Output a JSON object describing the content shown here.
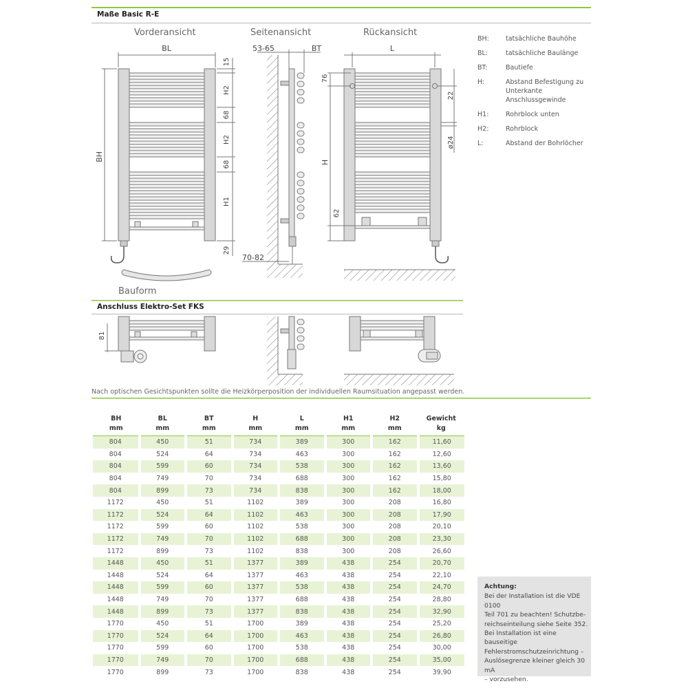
{
  "section1": {
    "title": "Maße Basic R-E"
  },
  "views": {
    "front": "Vorderansicht",
    "side": "Seitenansicht",
    "back": "Rückansicht",
    "shape": "Bauform"
  },
  "dim_labels": {
    "bl": "BL",
    "bh": "BH",
    "d15": "15",
    "h2a": "H2",
    "d68a": "68",
    "h2b": "H2",
    "d68b": "68",
    "h1": "H1",
    "d29": "29",
    "s5365": "53-65",
    "bt": "BT",
    "s7082": "70-82",
    "l": "L",
    "d76": "76",
    "h": "H",
    "d62": "62",
    "d22": "22",
    "d24": "ø24",
    "d81": "81"
  },
  "legend": [
    {
      "key": "BH:",
      "value": "tatsächliche Bauhöhe"
    },
    {
      "key": "BL:",
      "value": "tatsächliche Baulänge"
    },
    {
      "key": "BT:",
      "value": "Bautiefe"
    },
    {
      "key": "H:",
      "value": "Abstand Befestigung zu Unterkante Anschlussgewinde"
    },
    {
      "key": "H1:",
      "value": "Rohrblock unten"
    },
    {
      "key": "H2:",
      "value": "Rohrblock"
    },
    {
      "key": "L:",
      "value": "Abstand der Bohrlöcher"
    }
  ],
  "section2": {
    "title": "Anschluss Elektro-Set FKS"
  },
  "note": "Nach optischen Gesichtspunkten sollte die Heizkörperposition der individuellen Raumsituation angepasst werden.",
  "table": {
    "headers": [
      "BH",
      "BL",
      "BT",
      "H",
      "L",
      "H1",
      "H2",
      "Gewicht"
    ],
    "units": [
      "mm",
      "mm",
      "mm",
      "mm",
      "mm",
      "mm",
      "mm",
      "kg"
    ],
    "rows": [
      [
        "804",
        "450",
        "51",
        "734",
        "389",
        "300",
        "162",
        "11,60"
      ],
      [
        "804",
        "524",
        "64",
        "734",
        "463",
        "300",
        "162",
        "12,60"
      ],
      [
        "804",
        "599",
        "60",
        "734",
        "538",
        "300",
        "162",
        "13,60"
      ],
      [
        "804",
        "749",
        "70",
        "734",
        "688",
        "300",
        "162",
        "15,80"
      ],
      [
        "804",
        "899",
        "73",
        "734",
        "838",
        "300",
        "162",
        "18,00"
      ],
      [
        "1172",
        "450",
        "51",
        "1102",
        "389",
        "300",
        "208",
        "16,80"
      ],
      [
        "1172",
        "524",
        "64",
        "1102",
        "463",
        "300",
        "208",
        "17,90"
      ],
      [
        "1172",
        "599",
        "60",
        "1102",
        "538",
        "300",
        "208",
        "20,10"
      ],
      [
        "1172",
        "749",
        "70",
        "1102",
        "688",
        "300",
        "208",
        "23,30"
      ],
      [
        "1172",
        "899",
        "73",
        "1102",
        "838",
        "300",
        "208",
        "26,60"
      ],
      [
        "1448",
        "450",
        "51",
        "1377",
        "389",
        "438",
        "254",
        "20,70"
      ],
      [
        "1448",
        "524",
        "64",
        "1377",
        "463",
        "438",
        "254",
        "22,10"
      ],
      [
        "1448",
        "599",
        "60",
        "1377",
        "538",
        "438",
        "254",
        "24,70"
      ],
      [
        "1448",
        "749",
        "70",
        "1377",
        "688",
        "438",
        "254",
        "28,80"
      ],
      [
        "1448",
        "899",
        "73",
        "1377",
        "838",
        "438",
        "254",
        "32,90"
      ],
      [
        "1770",
        "450",
        "51",
        "1700",
        "389",
        "438",
        "254",
        "25,20"
      ],
      [
        "1770",
        "524",
        "64",
        "1700",
        "463",
        "438",
        "254",
        "26,80"
      ],
      [
        "1770",
        "599",
        "60",
        "1700",
        "538",
        "438",
        "254",
        "30,00"
      ],
      [
        "1770",
        "749",
        "70",
        "1700",
        "688",
        "438",
        "254",
        "35,00"
      ],
      [
        "1770",
        "899",
        "73",
        "1700",
        "838",
        "438",
        "254",
        "39,90"
      ]
    ]
  },
  "warning": {
    "title": "Achtung:",
    "lines": [
      "Bei der Installation ist die VDE 0100",
      "Teil 701 zu beachten! Schutzbe-",
      "reichseinteilung siehe Seite 352.",
      "Bei Installation ist eine bauseitige",
      "Fehlerstromschutzeinrichtung –",
      "Auslösegrenze kleiner gleich 30 mA",
      "– vorzusehen."
    ]
  },
  "colors": {
    "accent": "#8cc63f",
    "row_shade": "#e8f3d6",
    "warn_bg": "#e3e3e3"
  }
}
